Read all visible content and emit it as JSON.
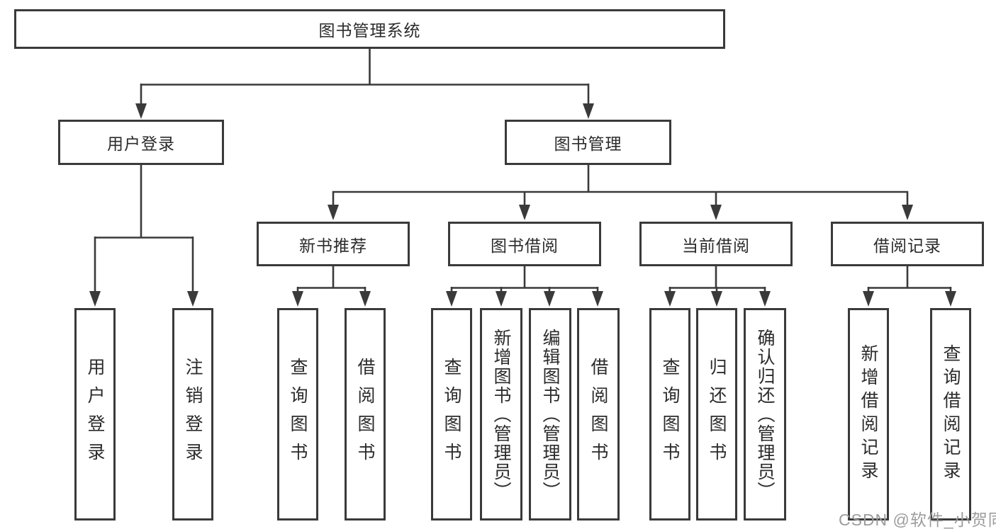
{
  "tree": {
    "label": "图书管理系统",
    "children": [
      {
        "label": "用户登录",
        "children": [
          {
            "label": "用户登录"
          },
          {
            "label": "注销登录"
          }
        ]
      },
      {
        "label": "图书管理",
        "children": [
          {
            "label": "新书推荐",
            "children": [
              {
                "label": "查询图书"
              },
              {
                "label": "借阅图书"
              }
            ]
          },
          {
            "label": "图书借阅",
            "children": [
              {
                "label": "查询图书"
              },
              {
                "label": "新增图书（管理员）"
              },
              {
                "label": "编辑图书（管理员）"
              },
              {
                "label": "借阅图书"
              }
            ]
          },
          {
            "label": "当前借阅",
            "children": [
              {
                "label": "查询图书"
              },
              {
                "label": "归还图书"
              },
              {
                "label": "确认归还（管理员）"
              }
            ]
          },
          {
            "label": "借阅记录",
            "children": [
              {
                "label": "新增借阅记录"
              },
              {
                "label": "查询借阅记录"
              }
            ]
          }
        ]
      }
    ]
  },
  "watermark": {
    "text": "CSDN @软件_小贺同学"
  },
  "colors": {
    "line": "#3a3a3a",
    "text": "#2b2b2b",
    "box_background": "#ffffff",
    "watermark": "#9c9c9c",
    "page_background": "#ffffff"
  }
}
